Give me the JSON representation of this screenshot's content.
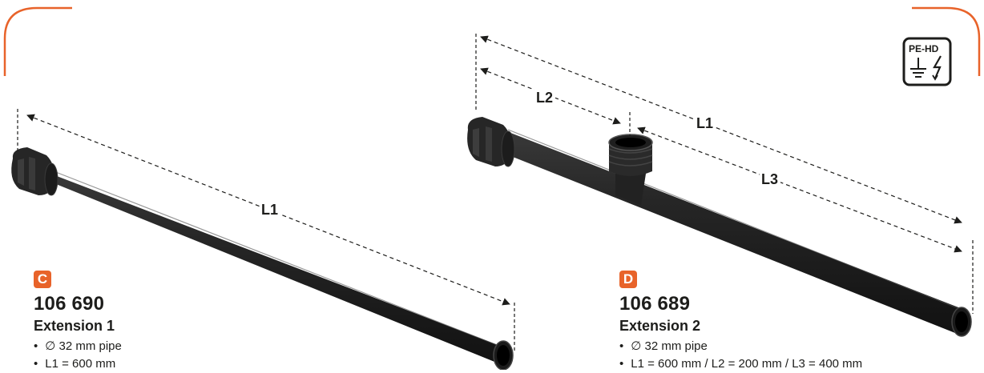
{
  "colors": {
    "accent": "#e8632a",
    "pipe": "#2b2b2b",
    "text": "#1d1d1b"
  },
  "dimension_labels": {
    "c_l1": "L1",
    "d_l1": "L1",
    "d_l2": "L2",
    "d_l3": "L3"
  },
  "pe_badge": {
    "text": "PE-HD",
    "icon": "ground-lightning-icon"
  },
  "products": [
    {
      "badge": "C",
      "article": "106 690",
      "name": "Extension 1",
      "specs": [
        "∅ 32 mm pipe",
        "L1 = 600 mm"
      ]
    },
    {
      "badge": "D",
      "article": "106 689",
      "name": "Extension 2",
      "specs": [
        "∅ 32 mm pipe",
        "L1 = 600 mm / L2 = 200 mm / L3 = 400 mm"
      ]
    }
  ]
}
